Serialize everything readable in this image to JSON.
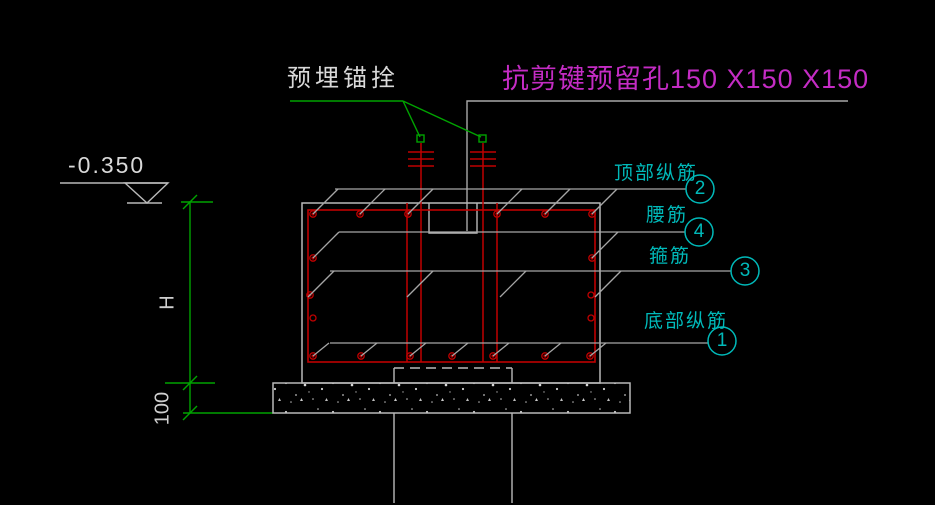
{
  "drawing": {
    "title_block": {
      "anchor_bolt_label": "预埋锚拴",
      "shear_key_label": "抗剪键预留孔150 X150 X150"
    },
    "dimensions": {
      "elevation": "-0.350",
      "beam_height": "H",
      "pad_thickness": "100"
    },
    "callouts": [
      {
        "label": "顶部纵筋",
        "number": "2"
      },
      {
        "label": "腰筋",
        "number": "4"
      },
      {
        "label": "箍筋",
        "number": "3"
      },
      {
        "label": "底部纵筋",
        "number": "1"
      }
    ],
    "colors": {
      "background": "#000000",
      "outline_white": "#b9b9b9",
      "rebar_red": "#bf0000",
      "leader_green": "#00a300",
      "callout_cyan": "#00b9b9",
      "highlight_magenta": "#c42cc4"
    }
  }
}
